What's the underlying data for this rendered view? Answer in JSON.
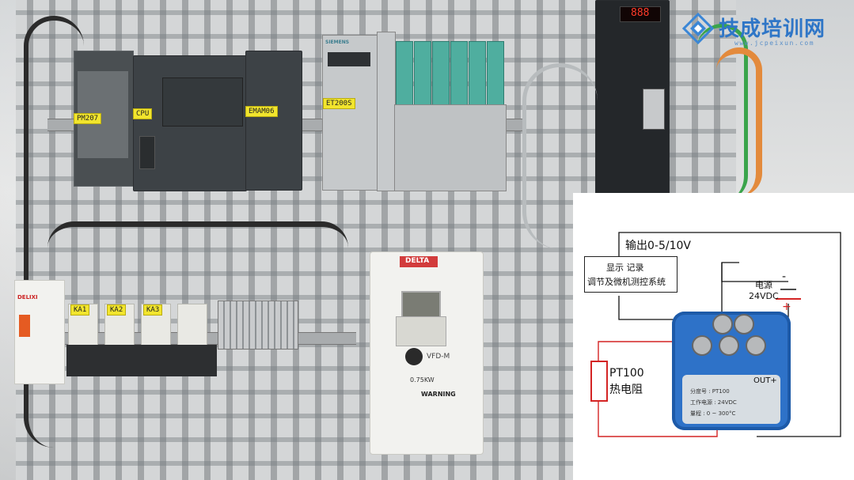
{
  "watermark": {
    "brand_cn": "技成培训网",
    "brand_url": "www.jcpeixun.com",
    "brand_color": "#2f76c7"
  },
  "photo_labels": {
    "pm_tag": "PM207",
    "cpu_tag": "CPU",
    "em_tag": "EMAM06",
    "et_tag": "ET200S",
    "ka1": "KA1",
    "ka2": "KA2",
    "ka3": "KA3",
    "vfd_model": "VFD-M",
    "vfd_power": "0.75KW",
    "vfd_brand": "DELTA",
    "warning": "WARNING",
    "breaker_brand": "DELIXI",
    "siemens": "SIEMENS",
    "led_readout": "888"
  },
  "diagram": {
    "output_label": "输出0-5/10V",
    "display_line1": "显示  记录",
    "display_line2": "调节及微机测控系统",
    "power_label": "电源",
    "power_voltage": "24VDC",
    "minus": "-",
    "plus": "+",
    "pt_line1": "PT100",
    "pt_line2": "热电阻",
    "out_label": "OUT+",
    "plus_small": "+",
    "plate_line1": "分度号 : PT100",
    "plate_line2": "工作电源 : 24VDC",
    "plate_line3": "量程 : 0 ~ 300°C",
    "wire_red": "#d42424",
    "wire_black": "#111111",
    "module_blue": "#2e72c8"
  }
}
